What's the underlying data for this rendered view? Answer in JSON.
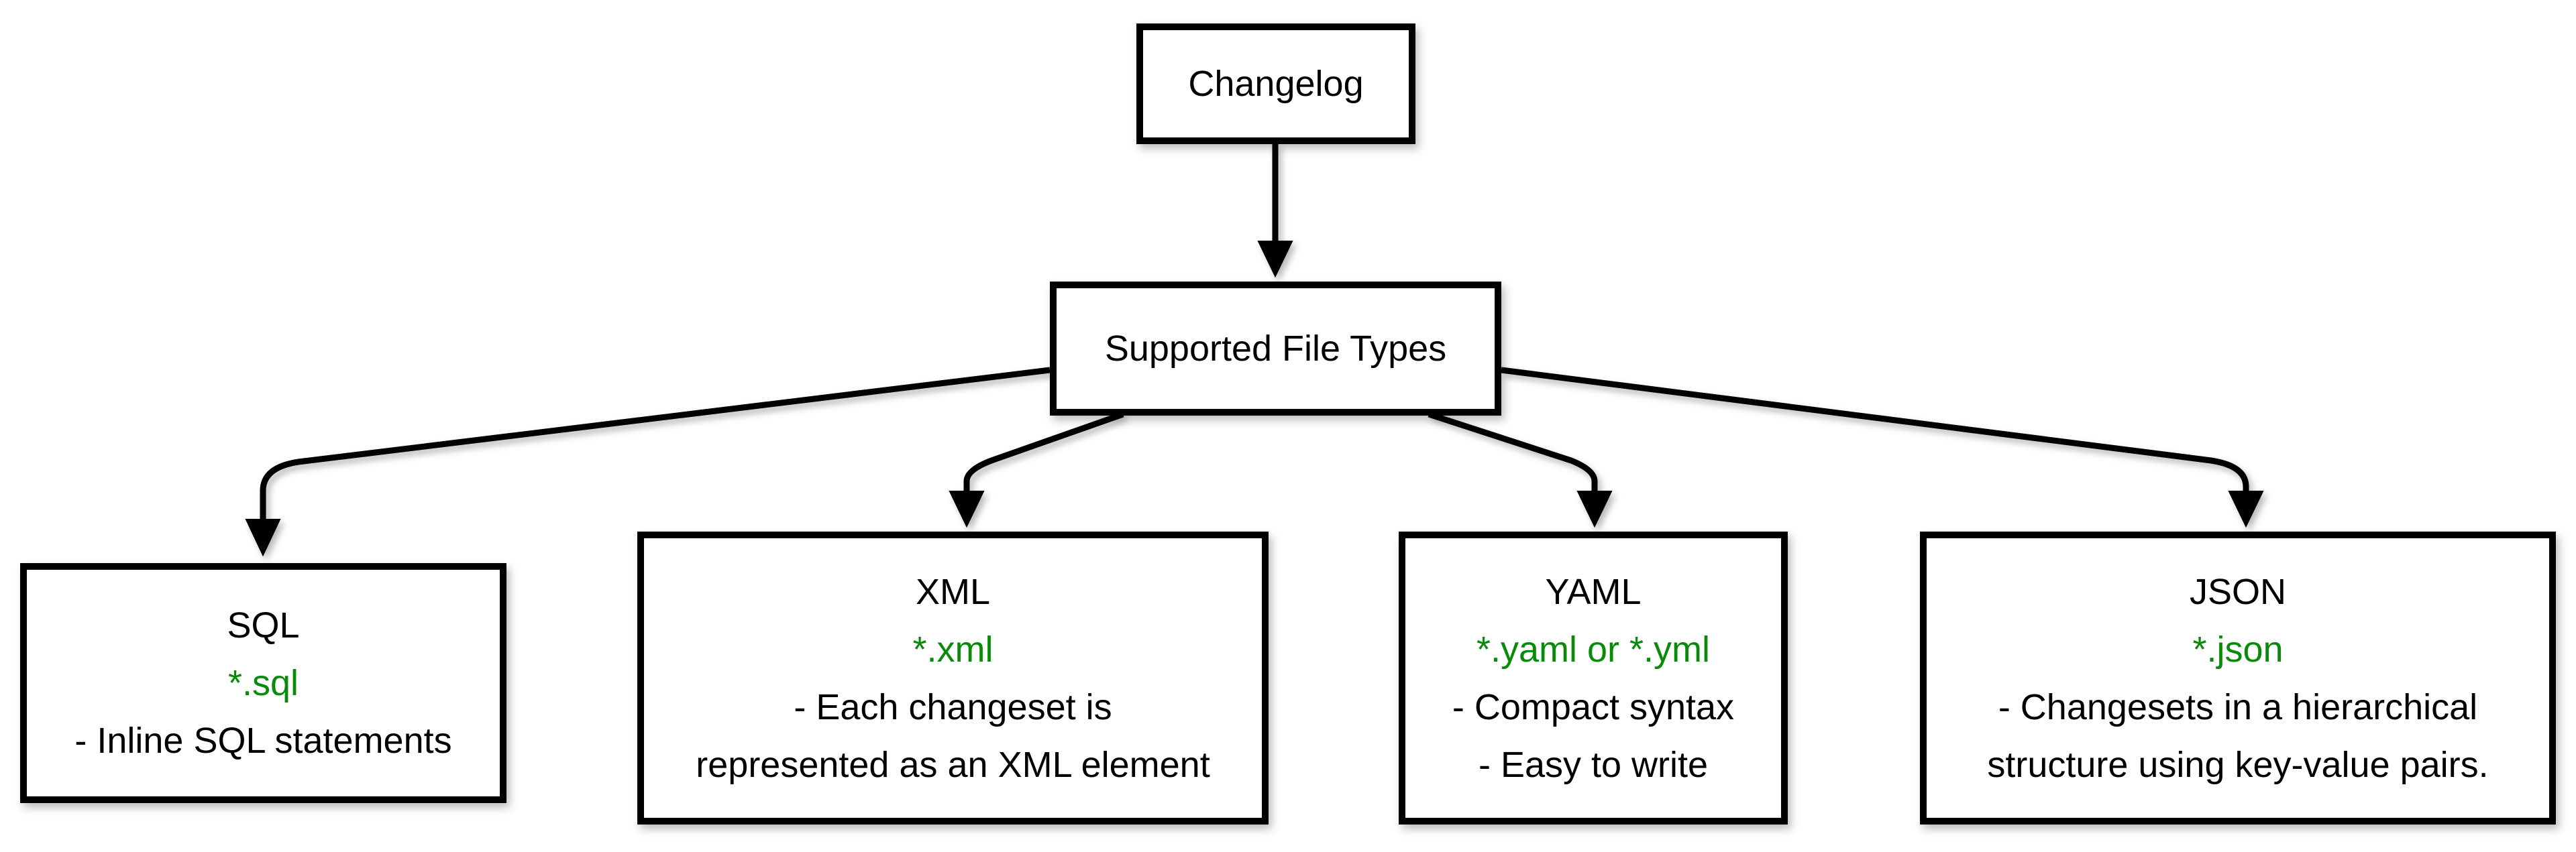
{
  "diagram": {
    "root": {
      "label": "Changelog"
    },
    "hub": {
      "label": "Supported File Types"
    },
    "nodes": {
      "sql": {
        "title": "SQL",
        "pattern": "*.sql",
        "desc1": "- Inline SQL statements"
      },
      "xml": {
        "title": "XML",
        "pattern": "*.xml",
        "desc1": "- Each changeset is",
        "desc2": "represented as an XML element"
      },
      "yaml": {
        "title": "YAML",
        "pattern": "*.yaml or *.yml",
        "desc1": "- Compact syntax",
        "desc2": "- Easy to write"
      },
      "json": {
        "title": "JSON",
        "pattern": "*.json",
        "desc1": "- Changesets in a hierarchical",
        "desc2": "structure using key-value pairs."
      }
    },
    "colors": {
      "pattern_green": "#0a8a0a",
      "line_black": "#000000",
      "background": "#ffffff"
    }
  }
}
